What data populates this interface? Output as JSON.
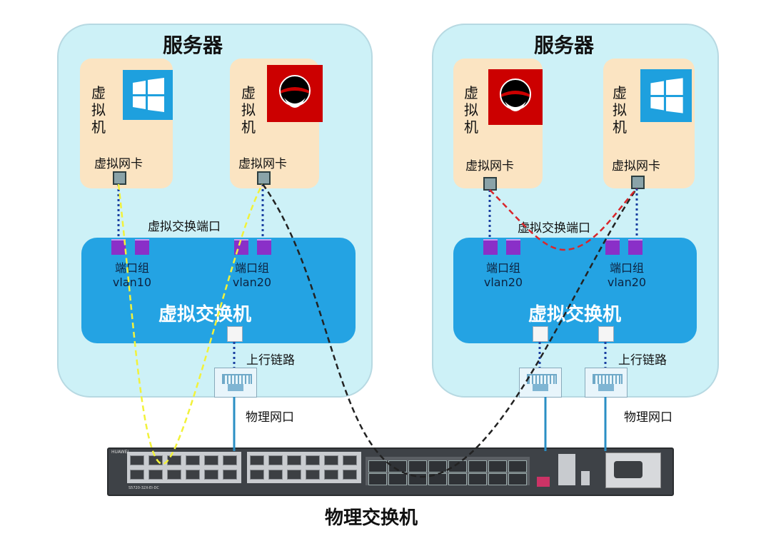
{
  "servers": [
    {
      "title": "服务器",
      "vms": [
        {
          "label": "虚拟机",
          "os": "windows",
          "os_icon": "windows-logo-icon",
          "vnic": "虚拟网卡"
        },
        {
          "label": "虚拟机",
          "os": "redhat",
          "os_icon": "redhat-logo-icon",
          "vnic": "虚拟网卡"
        }
      ],
      "vswitch_port_label": "虚拟交换端口",
      "port_groups": [
        {
          "label": "端口组",
          "vlan": "vlan10"
        },
        {
          "label": "端口组",
          "vlan": "vlan20"
        }
      ],
      "vswitch_title": "虚拟交换机",
      "uplink_label": "上行链路",
      "physical_port_label": "物理网口"
    },
    {
      "title": "服务器",
      "vms": [
        {
          "label": "虚拟机",
          "os": "redhat",
          "os_icon": "redhat-logo-icon",
          "vnic": "虚拟网卡"
        },
        {
          "label": "虚拟机",
          "os": "windows",
          "os_icon": "windows-logo-icon",
          "vnic": "虚拟网卡"
        }
      ],
      "vswitch_port_label": "虚拟交换端口",
      "port_groups": [
        {
          "label": "端口组",
          "vlan": "vlan20"
        },
        {
          "label": "端口组",
          "vlan": "vlan20"
        }
      ],
      "vswitch_title": "虚拟交换机",
      "uplink_label": "上行链路",
      "physical_port_label": "物理网口"
    }
  ],
  "physical_switch": {
    "title": "物理交换机",
    "brand": "HUAWEI",
    "model": "S5720-32X-EI-DC"
  },
  "colors": {
    "server_bg": "#cdf1f7",
    "vm_bg": "#fbe4c2",
    "vswitch": "#24a3e3",
    "port_group": "#8a2fc8",
    "path_vlan10": "#f2f23a",
    "path_cross_server": "#222222",
    "path_same_server": "#d9262b",
    "link_dotted": "#1a3fa0",
    "link_solid": "#2b8fc4"
  }
}
